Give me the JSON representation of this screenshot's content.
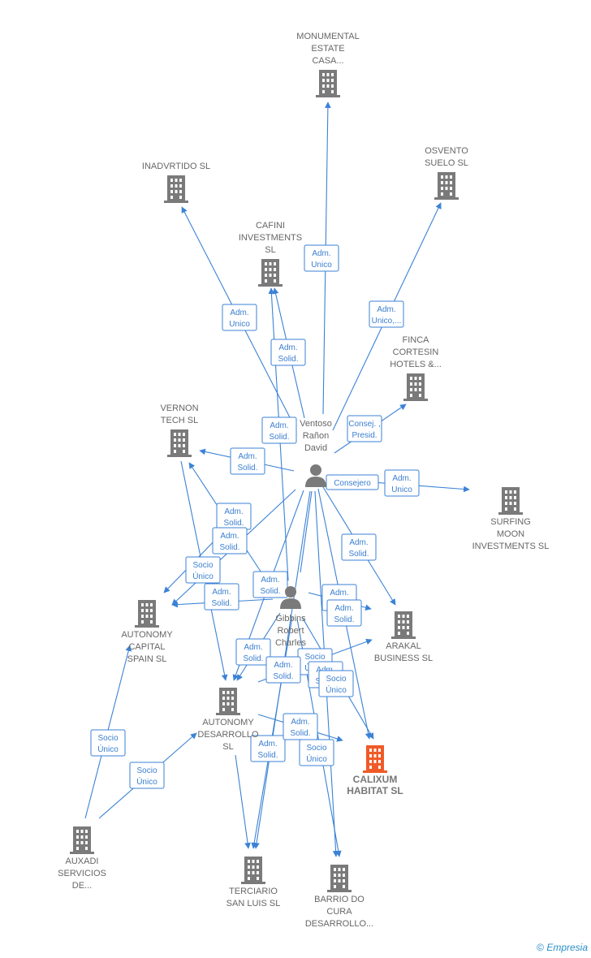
{
  "colors": {
    "edge": "#3b82d6",
    "building": "#7a7a7a",
    "building_main": "#f05a28",
    "person": "#7a7a7a"
  },
  "nodes": [
    {
      "id": "monumental",
      "kind": "company",
      "label": [
        "MONUMENTAL",
        "ESTATE",
        "CASA..."
      ]
    },
    {
      "id": "inadvrtido",
      "kind": "company",
      "label": [
        "INADVRTIDO SL"
      ]
    },
    {
      "id": "osvento",
      "kind": "company",
      "label": [
        "OSVENTO",
        "SUELO  SL"
      ]
    },
    {
      "id": "cafini",
      "kind": "company",
      "label": [
        "CAFINI",
        "INVESTMENTS",
        "SL"
      ]
    },
    {
      "id": "finca",
      "kind": "company",
      "label": [
        "FINCA",
        "CORTESIN",
        "HOTELS &..."
      ]
    },
    {
      "id": "vernon",
      "kind": "company",
      "label": [
        "VERNON",
        "TECH  SL"
      ]
    },
    {
      "id": "ventoso",
      "kind": "person",
      "label": [
        "Ventoso",
        "Rañon",
        "David"
      ]
    },
    {
      "id": "surfing",
      "kind": "company",
      "label": [
        "SURFING",
        "MOON",
        "INVESTMENTS SL"
      ]
    },
    {
      "id": "gibbins",
      "kind": "person",
      "label": [
        "Gibbins",
        "Robert",
        "Charles"
      ]
    },
    {
      "id": "autonomy_capital",
      "kind": "company",
      "label": [
        "AUTONOMY",
        "CAPITAL",
        "SPAIN  SL"
      ]
    },
    {
      "id": "arakal",
      "kind": "company",
      "label": [
        "ARAKAL",
        "BUSINESS  SL"
      ]
    },
    {
      "id": "autonomy_des",
      "kind": "company",
      "label": [
        "AUTONOMY",
        "DESARROLLO",
        "SL"
      ]
    },
    {
      "id": "calixum",
      "kind": "company_main",
      "label": [
        "CALIXUM",
        "HABITAT  SL"
      ]
    },
    {
      "id": "auxadi",
      "kind": "company",
      "label": [
        "AUXADI",
        "SERVICIOS",
        "DE..."
      ]
    },
    {
      "id": "terciario",
      "kind": "company",
      "label": [
        "TERCIARIO",
        "SAN LUIS  SL"
      ]
    },
    {
      "id": "barrio",
      "kind": "company",
      "label": [
        "BARRIO DO",
        "CURA",
        "DESARROLLO..."
      ]
    }
  ],
  "edge_labels": [
    {
      "id": "e1",
      "text": [
        "Adm.",
        "Unico"
      ]
    },
    {
      "id": "e2",
      "text": [
        "Adm.",
        "Unico"
      ]
    },
    {
      "id": "e3",
      "text": [
        "Adm.",
        "Unico,..."
      ]
    },
    {
      "id": "e4",
      "text": [
        "Adm.",
        "Solid."
      ]
    },
    {
      "id": "e5",
      "text": [
        "Adm.",
        "Solid."
      ]
    },
    {
      "id": "e6",
      "text": [
        "Consej. ,",
        "Presid."
      ]
    },
    {
      "id": "e7",
      "text": [
        "Adm.",
        "Solid."
      ]
    },
    {
      "id": "e8",
      "text": [
        "Consejero"
      ]
    },
    {
      "id": "e9",
      "text": [
        "Adm.",
        "Unico"
      ]
    },
    {
      "id": "e10",
      "text": [
        "Adm.",
        "Solid."
      ]
    },
    {
      "id": "e11",
      "text": [
        "Adm.",
        "Solid."
      ]
    },
    {
      "id": "e12",
      "text": [
        "Adm.",
        "Solid."
      ]
    },
    {
      "id": "e13",
      "text": [
        "Socio",
        "Único"
      ]
    },
    {
      "id": "e14",
      "text": [
        "Adm.",
        "Solid."
      ]
    },
    {
      "id": "e15",
      "text": [
        "Adm.",
        "Solid."
      ]
    },
    {
      "id": "e16",
      "text": [
        "Adm.",
        "Solid."
      ]
    },
    {
      "id": "e17",
      "text": [
        "Adm.",
        "Solid."
      ]
    },
    {
      "id": "e18",
      "text": [
        "Adm.",
        "Solid."
      ]
    },
    {
      "id": "e19",
      "text": [
        "Socio",
        "Único"
      ]
    },
    {
      "id": "e20",
      "text": [
        "Adm.",
        "Solid."
      ]
    },
    {
      "id": "e21",
      "text": [
        "Adm.",
        "Solid."
      ]
    },
    {
      "id": "e22",
      "text": [
        "Socio",
        "Único"
      ]
    },
    {
      "id": "e23",
      "text": [
        "Adm.",
        "Solid."
      ]
    },
    {
      "id": "e24",
      "text": [
        "Adm.",
        "Solid."
      ]
    },
    {
      "id": "e25",
      "text": [
        "Socio",
        "Único"
      ]
    },
    {
      "id": "e26",
      "text": [
        "Socio",
        "Único"
      ]
    },
    {
      "id": "e27",
      "text": [
        "Socio",
        "Único"
      ]
    }
  ],
  "footer": {
    "copyright": "©",
    "brand": "Empresia"
  }
}
